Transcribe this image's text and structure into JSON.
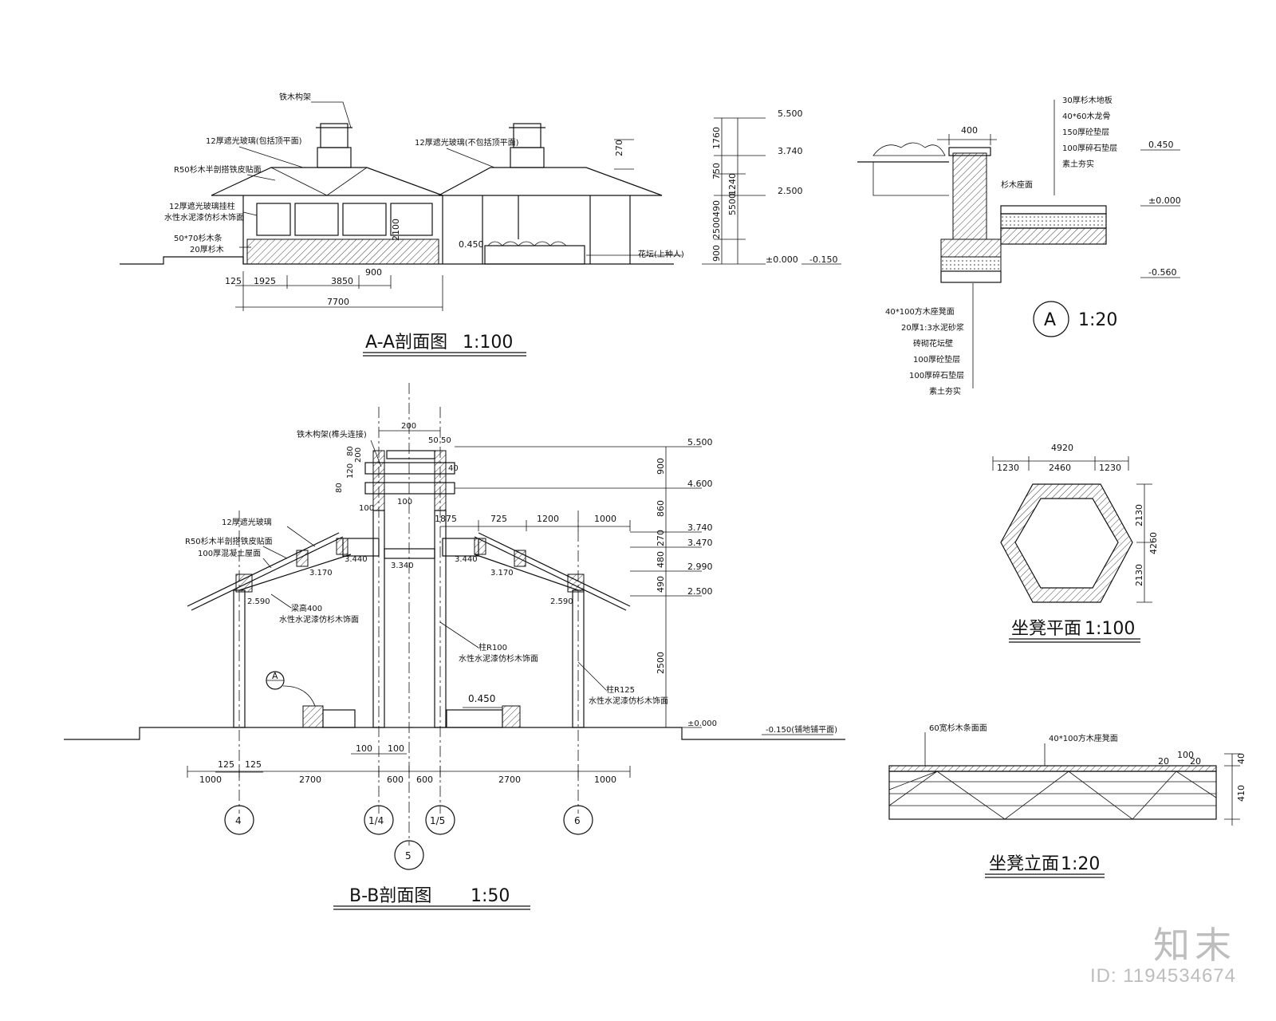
{
  "aa": {
    "title": "A-A剖面图",
    "scale": "1:100",
    "labels": [
      "铁木构架",
      "12厚遮光玻璃(包括顶平面)",
      "R50杉木半剖搭铁皮贴面",
      "12厚遮光玻璃挂柱",
      "水性水泥漆仿杉木饰面",
      "50*70杉木条",
      "20厚杉木",
      "12厚遮光玻璃(不包括顶平面)",
      "花坛(上种人)"
    ],
    "dims": [
      "125",
      "1925",
      "3850",
      "900",
      "7700",
      "2100",
      "270",
      "0.450"
    ],
    "elev": [
      "5.500",
      "3.740",
      "2.500",
      "±0.000",
      "-0.150"
    ],
    "vdims": [
      "1760",
      "750",
      "1240",
      "490",
      "2500",
      "5500",
      "900"
    ]
  },
  "detailA": {
    "callout": "A",
    "scale": "1:20",
    "top_dim": "400",
    "labels_right": [
      "30厚杉木地板",
      "40*60木龙骨",
      "150厚砼垫层",
      "100厚碎石垫层",
      "素土夯实"
    ],
    "labels_left": [
      "40*100方木座凳面",
      "20厚1:3水泥砂浆",
      "砖砌花坛壁",
      "100厚砼垫层",
      "100厚碎石垫层",
      "素土夯实"
    ],
    "mid_label": "杉木座面",
    "elev": [
      "0.450",
      "±0.000",
      "-0.560"
    ]
  },
  "bb": {
    "title": "B-B剖面图",
    "scale": "1:50",
    "labels": [
      "铁木构架(榫头连接)",
      "12厚遮光玻璃",
      "R50杉木半剖搭铁皮贴面",
      "100厚混凝土屋面",
      "梁高400",
      "水性水泥漆仿杉木饰面",
      "柱R100",
      "水性水泥漆仿杉木饰面",
      "柱R125",
      "水性水泥漆仿杉木饰面"
    ],
    "heights": [
      "3.440",
      "3.170",
      "2.590",
      "3.340",
      "3.440",
      "3.170",
      "2.590",
      "0.450"
    ],
    "top_dims": [
      "200",
      "50",
      "50",
      "40",
      "100",
      "1875",
      "725",
      "1200",
      "1000"
    ],
    "small_dims": [
      "80",
      "120",
      "200",
      "80",
      "100"
    ],
    "right_vdims": [
      "900",
      "860",
      "270",
      "480",
      "490",
      "2500"
    ],
    "elev": [
      "5.500",
      "4.600",
      "3.740",
      "3.470",
      "2.990",
      "2.500",
      "±0.000",
      "-0.150(铺地铺平面)"
    ],
    "bottom_dims": [
      "100",
      "100",
      "125",
      "125",
      "1000",
      "2700",
      "600",
      "600",
      "2700",
      "1000"
    ],
    "axes": [
      "4",
      "1/4",
      "1/5",
      "6",
      "5"
    ],
    "callout": "A"
  },
  "bench_plan": {
    "title": "坐凳平面",
    "scale": "1:100",
    "dims_top": [
      "4920",
      "1230",
      "2460",
      "1230"
    ],
    "dims_right": [
      "2130",
      "2130",
      "4260"
    ]
  },
  "bench_elev": {
    "title": "坐凳立面",
    "scale": "1:20",
    "labels": [
      "60宽杉木条面面",
      "40*100方木座凳面"
    ],
    "dims": [
      "100",
      "20",
      "20",
      "40",
      "410"
    ]
  },
  "watermark": {
    "logo": "知末",
    "id": "ID: 1194534674"
  }
}
